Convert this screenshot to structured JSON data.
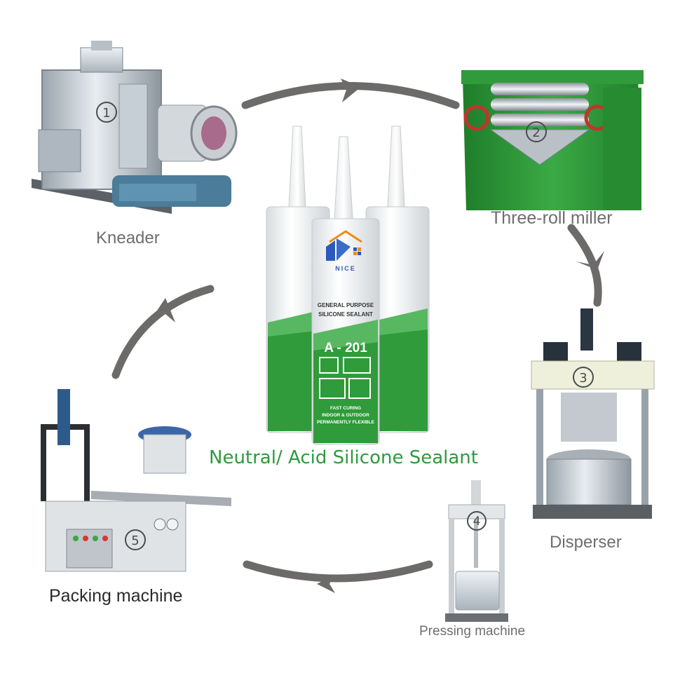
{
  "steps": [
    {
      "number": "1",
      "label": "Kneader"
    },
    {
      "number": "2",
      "label": "Three-roll miller"
    },
    {
      "number": "3",
      "label": "Disperser"
    },
    {
      "number": "4",
      "label": "Pressing machine"
    },
    {
      "number": "5",
      "label": "Packing machine"
    }
  ],
  "product": {
    "title": "Neutral/ Acid Silicone Sealant",
    "brand": "NICE",
    "line1": "GENERAL PURPOSE",
    "line2": "SILICONE SEALANT",
    "model": "A - 201",
    "features": [
      "FAST CURING",
      "INDOOR & OUTDOOR",
      "PERMANENTLY FLEXIBLE"
    ]
  },
  "colors": {
    "machine_green": "#2f9b3a",
    "arrow": "#6d6a6a",
    "label_text": "#6e6e6e",
    "title_green": "#2e9a3c"
  }
}
